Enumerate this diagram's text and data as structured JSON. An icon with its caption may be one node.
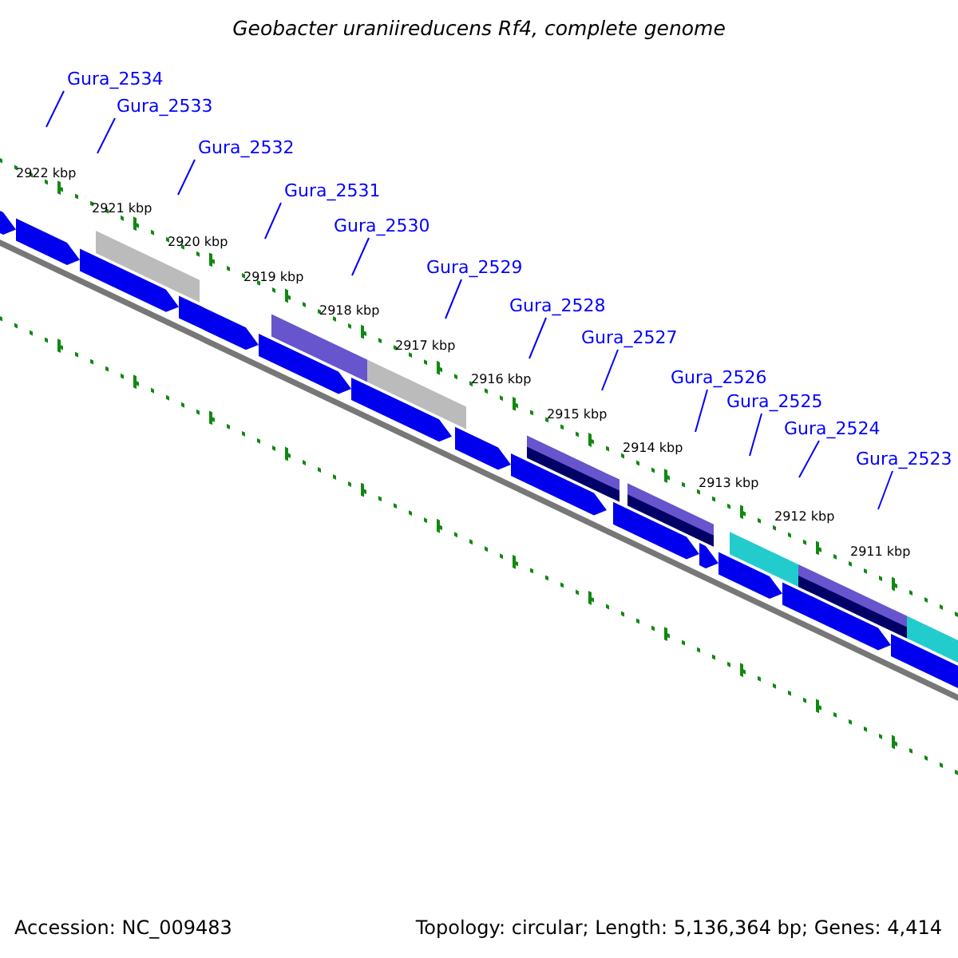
{
  "diagram": {
    "title": "Geobacter uraniireducens Rf4, complete genome",
    "nodes": [
      {
        "text": [
          "Gura_2534"
        ]
      },
      {
        "text": [
          "Gura_2533"
        ]
      },
      {
        "text": [
          "Gura_2532"
        ]
      },
      {
        "text": [
          "Gura_2531"
        ]
      },
      {
        "text": [
          "Gura_2530"
        ]
      },
      {
        "text": [
          "Gura_2529"
        ]
      },
      {
        "text": [
          "Gura_2528"
        ]
      },
      {
        "text": [
          "Gura_2527"
        ]
      },
      {
        "text": [
          "Gura_2526"
        ]
      },
      {
        "text": [
          "Gura_2525"
        ]
      },
      {
        "text": [
          "Gura_2524"
        ]
      },
      {
        "text": [
          "Gura_2523"
        ]
      }
    ],
    "edges": [
      {
        "from": 0,
        "to": null,
        "arrow": "none"
      },
      {
        "from": 1,
        "to": null,
        "arrow": "none"
      },
      {
        "from": 2,
        "to": null,
        "arrow": "none"
      },
      {
        "from": 3,
        "to": null,
        "arrow": "none"
      },
      {
        "from": 4,
        "to": null,
        "arrow": "none"
      },
      {
        "from": 5,
        "to": null,
        "arrow": "none"
      },
      {
        "from": 6,
        "to": null,
        "arrow": "none"
      },
      {
        "from": 7,
        "to": null,
        "arrow": "none"
      },
      {
        "from": 8,
        "to": null,
        "arrow": "none"
      },
      {
        "from": 9,
        "to": null,
        "arrow": "none"
      },
      {
        "from": 10,
        "to": null,
        "arrow": "none"
      },
      {
        "from": 11,
        "to": null,
        "arrow": "none"
      }
    ],
    "labels": [
      "2922 kbp",
      "2921 kbp",
      "2920 kbp",
      "2919 kbp",
      "2918 kbp",
      "2917 kbp",
      "2916 kbp",
      "2915 kbp",
      "2914 kbp",
      "2913 kbp",
      "2912 kbp",
      "2911 kbp",
      "Accession: NC_009483",
      "Topology: circular; Length: 5,136,364 bp; Genes: 4,414"
    ]
  }
}
